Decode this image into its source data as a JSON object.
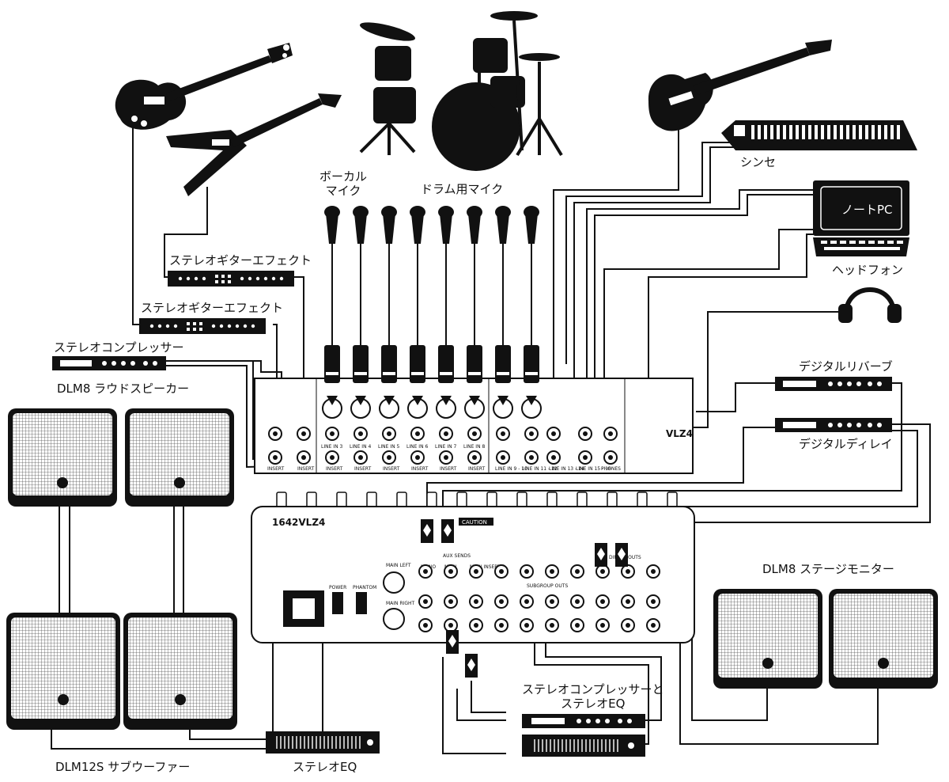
{
  "labels": {
    "vocal_mic": "ボーカル\nマイク",
    "drum_mic": "ドラム用マイク",
    "synth": "シンセ",
    "laptop_screen": "ノートPC",
    "headphones": "ヘッドフォン",
    "guitar_fx_1": "ステレオギターエフェクト",
    "guitar_fx_2": "ステレオギターエフェクト",
    "stereo_compressor": "ステレオコンプレッサー",
    "dlm8_loudspeaker": "DLM8 ラウドスピーカー",
    "digital_reverb": "デジタルリバーブ",
    "digital_delay": "デジタルディレイ",
    "dlm8_stage_monitor": "DLM8 ステージモニター",
    "compressor_eq": "ステレオコンプレッサーと\nステレオEQ",
    "dlm12s_subwoofer": "DLM12S サブウーファー",
    "stereo_eq": "ステレオEQ"
  },
  "mixer": {
    "top_channel_labels": [
      "INSERT",
      "INSERT",
      "INSERT",
      "INSERT",
      "INSERT",
      "INSERT",
      "INSERT",
      "INSERT",
      "LINE IN 9 - 10",
      "LINE IN 11 - 12",
      "LINE IN 13 - 14",
      "LINE IN 15 - 16",
      "PHONES"
    ],
    "line_in_labels": [
      "LINE IN 3",
      "LINE IN 4",
      "LINE IN 5",
      "LINE IN 6",
      "LINE IN 7",
      "LINE IN 8"
    ],
    "model": "1642VLZ4",
    "caution": "CAUTION",
    "aux_sends": "AUX SENDS",
    "main_left": "MAIN LEFT",
    "main_right": "MAIN RIGHT",
    "mono": "MONO",
    "main": "MAIN",
    "main_insert": "MAIN INSERT",
    "subgroup_outs": "SUBGROUP OUTS",
    "direct_outs": "DIRECT OUTS",
    "power": "POWER",
    "phantom": "PHANTOM",
    "top_model": "VLZ4"
  }
}
